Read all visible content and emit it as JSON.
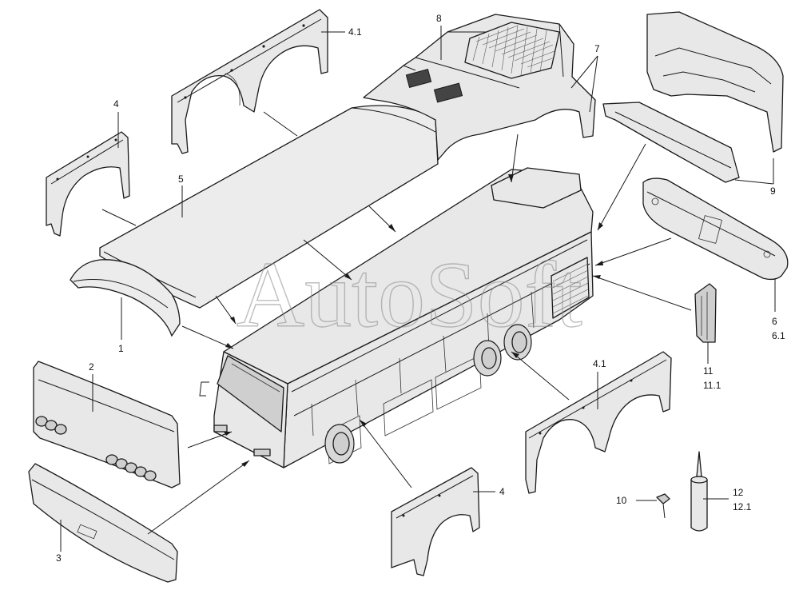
{
  "watermark": "AutoSoft",
  "callouts": {
    "c1": "1",
    "c2": "2",
    "c3": "3",
    "c4_upper": "4",
    "c4_lower": "4",
    "c41_upper": "4.1",
    "c41_lower": "4.1",
    "c5": "5",
    "c6": "6",
    "c61": "6.1",
    "c7": "7",
    "c8": "8",
    "c9": "9",
    "c10": "10",
    "c11": "11",
    "c111": "11.1",
    "c12": "12",
    "c121": "12.1"
  }
}
